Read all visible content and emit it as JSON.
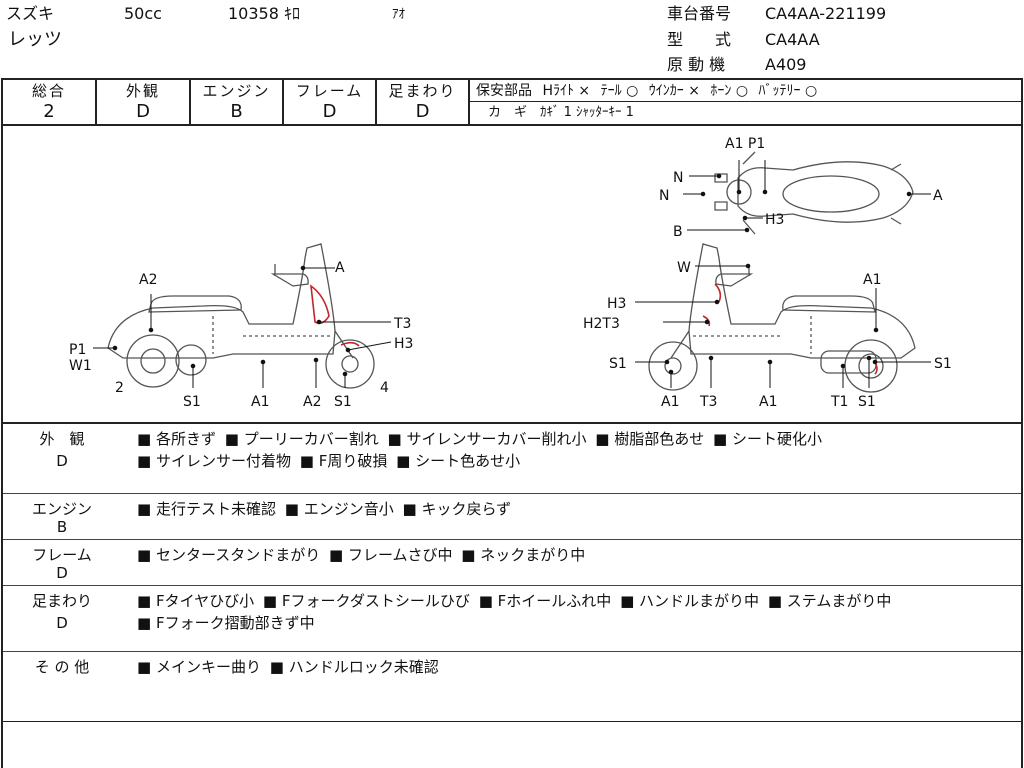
{
  "header": {
    "maker": "スズキ",
    "displacement": "50cc",
    "mileage": "10358 ｷﾛ",
    "color": "ｱｵ",
    "model_name": "レッツ",
    "frame_no_label": "車台番号",
    "frame_no": "CA4AA-221199",
    "type_label": "型　　式",
    "type_value": "CA4AA",
    "engine_label": "原 動 機",
    "engine_value": "A409"
  },
  "grades": [
    {
      "label": "総合",
      "value": "2"
    },
    {
      "label": "外観",
      "value": "D"
    },
    {
      "label": "エンジン",
      "value": "B"
    },
    {
      "label": "フレーム",
      "value": "D"
    },
    {
      "label": "足まわり",
      "value": "D"
    }
  ],
  "safety": {
    "label": "保安部品",
    "items": [
      "Hﾗｲﾄ ×",
      "ﾃｰﾙ ○",
      "ｳｲﾝｶｰ ×",
      "ﾎｰﾝ ○",
      "ﾊﾞｯﾃﾘｰ ○"
    ],
    "keys": "カ　ギ　ｶｷﾞ 1 ｼｬｯﾀｰｷｰ 1"
  },
  "diagram": {
    "left_labels": {
      "a2_top": "A2",
      "a_top": "A",
      "t3": "T3",
      "h3": "H3",
      "p1": "P1",
      "w1": "W1",
      "two": "2",
      "four": "4",
      "s1_a": "S1",
      "a1": "A1",
      "a2_bot": "A2",
      "s1_b": "S1"
    },
    "right_labels": {
      "w": "W",
      "a1_top": "A1",
      "h3": "H3",
      "h2t3": "H2T3",
      "s1_left": "S1",
      "s1_right": "S1",
      "a1_bot_a": "A1",
      "t3": "T3",
      "a1_bot_b": "A1",
      "t1": "T1",
      "s1_bot": "S1"
    },
    "top_labels": {
      "a1p1": "A1 P1",
      "n1": "N",
      "n2": "N",
      "a": "A",
      "h3": "H3",
      "b": "B"
    }
  },
  "sections": [
    {
      "title": "外　観",
      "grade": "D",
      "items": [
        "各所きず",
        "プーリーカバー割れ",
        "サイレンサーカバー削れ小",
        "樹脂部色あせ",
        "シート硬化小",
        "サイレンサー付着物",
        "F周り破損",
        "シート色あせ小"
      ]
    },
    {
      "title": "エンジン",
      "grade": "B",
      "items": [
        "走行テスト未確認",
        "エンジン音小",
        "キック戻らず"
      ]
    },
    {
      "title": "フレーム",
      "grade": "D",
      "items": [
        "センタースタンドまがり",
        "フレームさび中",
        "ネックまがり中"
      ]
    },
    {
      "title": "足まわり",
      "grade": "D",
      "items": [
        "Fタイヤひび小",
        "Fフォークダストシールひび",
        "Fホイールふれ中",
        "ハンドルまがり中",
        "ステムまがり中",
        "Fフォーク摺動部きず中"
      ]
    },
    {
      "title": "そ の 他",
      "grade": "",
      "items": [
        "メインキー曲り",
        "ハンドルロック未確認"
      ]
    }
  ]
}
